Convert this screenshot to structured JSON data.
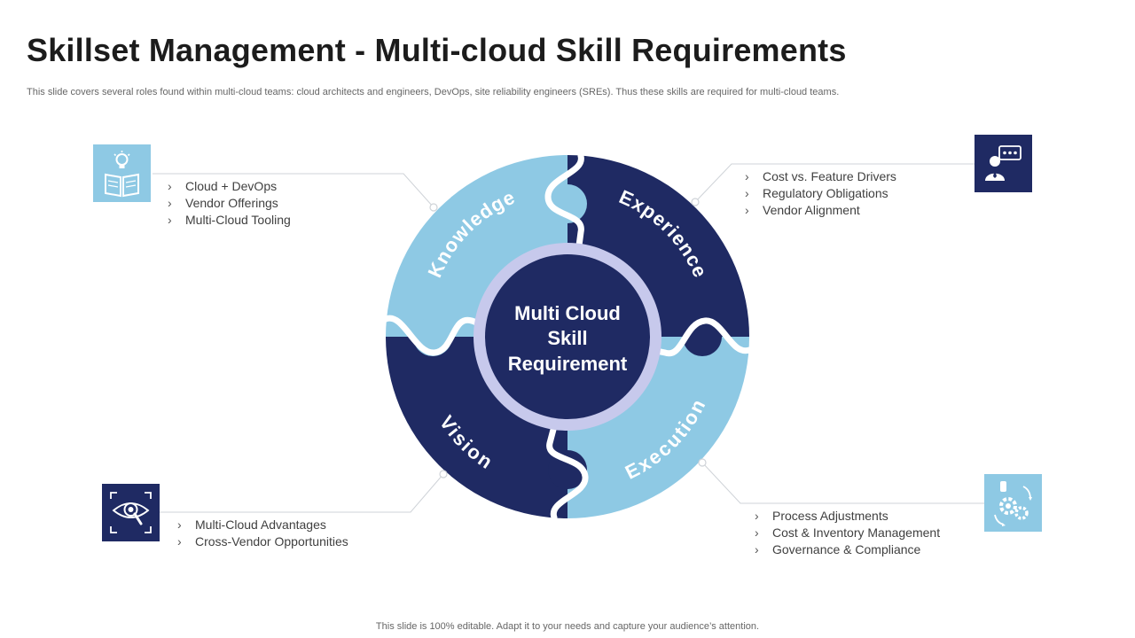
{
  "header": {
    "title": "Skillset Management - Multi-cloud Skill Requirements",
    "subtitle": "This slide covers several roles found within multi-cloud teams: cloud architects and engineers, DevOps, site reliability engineers (SREs). Thus these skills are required for multi-cloud teams."
  },
  "center": {
    "line1": "Multi Cloud",
    "line2": "Skill",
    "line3": "Requirement"
  },
  "segments": {
    "knowledge": {
      "label": "Knowledge",
      "color": "#8ec9e4",
      "icon": "book-idea-icon",
      "items": [
        "Cloud + DevOps",
        "Vendor Offerings",
        "Multi-Cloud Tooling"
      ]
    },
    "experience": {
      "label": "Experience",
      "color": "#1f2a63",
      "icon": "speaker-chat-icon",
      "items": [
        "Cost vs. Feature Drivers",
        "Regulatory Obligations",
        "Vendor Alignment"
      ]
    },
    "vision": {
      "label": "Vision",
      "color": "#1f2a63",
      "icon": "eye-search-icon",
      "items": [
        "Multi-Cloud Advantages",
        "Cross-Vendor Opportunities"
      ]
    },
    "execution": {
      "label": "Execution",
      "color": "#8ec9e4",
      "icon": "gears-hand-icon",
      "items": [
        "Process Adjustments",
        "Cost & Inventory Management",
        "Governance & Compliance"
      ]
    }
  },
  "bullet_glyph": "›",
  "colors": {
    "navy": "#1f2a63",
    "light_blue": "#8ec9e4",
    "ring": "#c7c9ec",
    "connector": "#cfd3d8"
  },
  "footer": {
    "note": "This slide is 100% editable. Adapt it to your needs and capture your audience’s attention."
  }
}
